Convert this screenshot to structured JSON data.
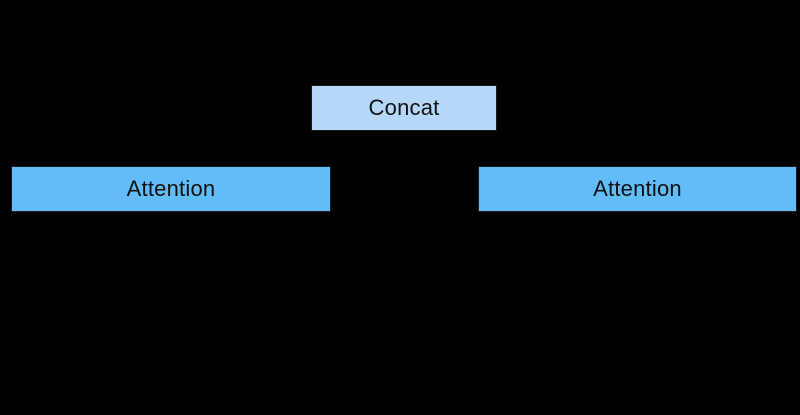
{
  "diagram": {
    "description": "Multi-head attention diagram fragment on black background",
    "background_color": "#000000",
    "nodes": {
      "concat": {
        "label": "Concat",
        "fill": "#b5d8f8",
        "border_color": "#1a1a1a",
        "text_color": "#111111"
      },
      "attention_left": {
        "label": "Attention",
        "fill": "#62bcf8",
        "border_color": "#1a1a1a",
        "text_color": "#111111"
      },
      "attention_right": {
        "label": "Attention",
        "fill": "#62bcf8",
        "border_color": "#1a1a1a",
        "text_color": "#111111"
      }
    }
  }
}
